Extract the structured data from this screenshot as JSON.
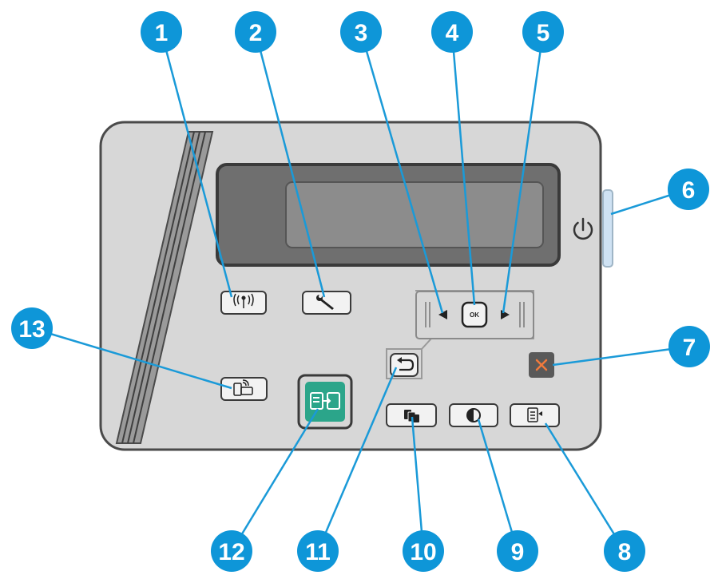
{
  "colors": {
    "callout_fill": "#0e96d8",
    "callout_line": "#1a9ad8",
    "panel_fill": "#d7d7d7",
    "panel_border": "#4a4a4a",
    "display_frame": "#4a4a4a",
    "cancel_fill": "#595959",
    "cancel_x": "#f07a3c",
    "copy_fill": "#2ba58a",
    "power_led": "#cfe2f3"
  },
  "callouts": [
    {
      "id": "1",
      "label": "1"
    },
    {
      "id": "2",
      "label": "2"
    },
    {
      "id": "3",
      "label": "3"
    },
    {
      "id": "4",
      "label": "4"
    },
    {
      "id": "5",
      "label": "5"
    },
    {
      "id": "6",
      "label": "6"
    },
    {
      "id": "7",
      "label": "7"
    },
    {
      "id": "8",
      "label": "8"
    },
    {
      "id": "9",
      "label": "9"
    },
    {
      "id": "10",
      "label": "10"
    },
    {
      "id": "11",
      "label": "11"
    },
    {
      "id": "12",
      "label": "12"
    },
    {
      "id": "13",
      "label": "13"
    }
  ],
  "buttons": {
    "ok_label": "OK"
  },
  "icons": {
    "wireless": "wireless-icon",
    "setup": "wrench-icon",
    "left": "left-arrow-icon",
    "right": "right-arrow-icon",
    "power": "power-icon",
    "cancel": "close-icon",
    "copy_settings": "copy-settings-icon",
    "lighter_darker": "contrast-icon",
    "copies": "copies-icon",
    "back": "back-arrow-icon",
    "start_copy": "start-copy-icon",
    "eprint": "mobile-print-icon"
  }
}
